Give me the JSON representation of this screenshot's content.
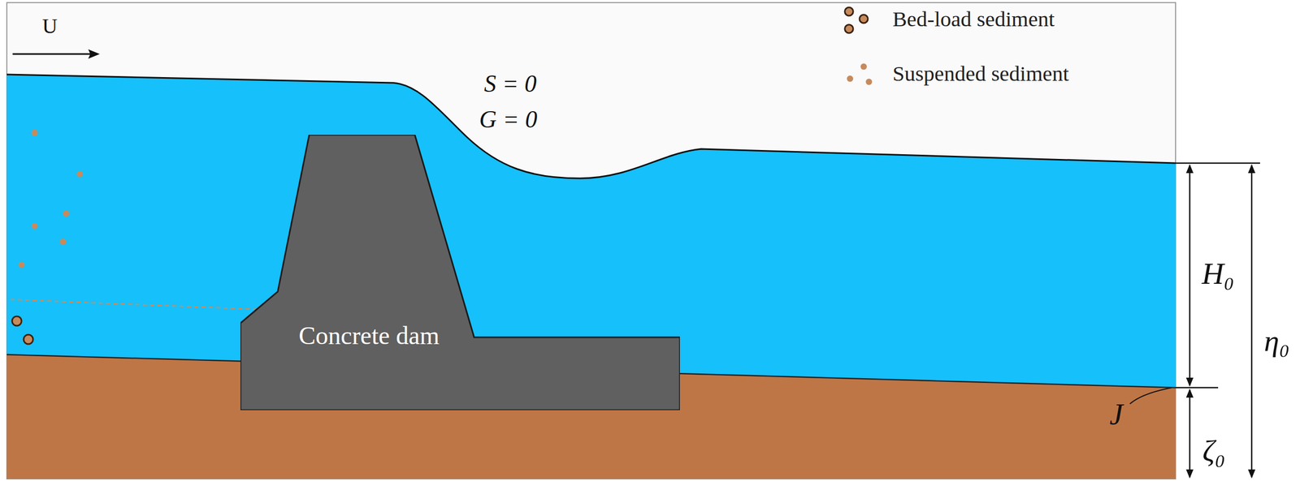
{
  "diagram": {
    "nodes": [
      {
        "text": [
          "Concrete dam"
        ]
      }
    ],
    "labels": [
      "U",
      "S = 0",
      "G = 0",
      "H₀",
      "η₀",
      "J",
      "ζ₀"
    ],
    "legend": [
      {
        "text": "Bed-load sediment"
      },
      {
        "text": "Suspended sediment"
      }
    ]
  }
}
